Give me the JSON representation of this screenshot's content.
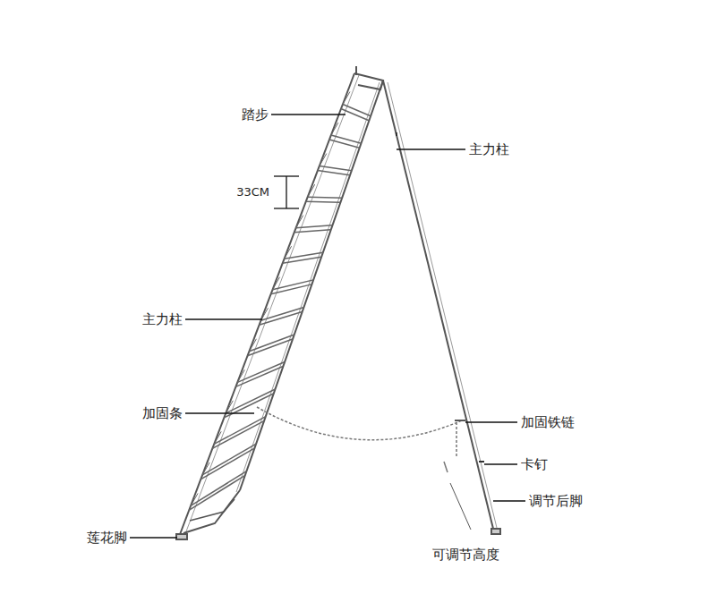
{
  "diagram": {
    "labels": [
      "踏步",
      "主力柱",
      "33CM",
      "主力柱",
      "加固条",
      "加固铁链",
      "卡钉",
      "调节后脚",
      "莲花脚",
      "可调节高度"
    ]
  }
}
